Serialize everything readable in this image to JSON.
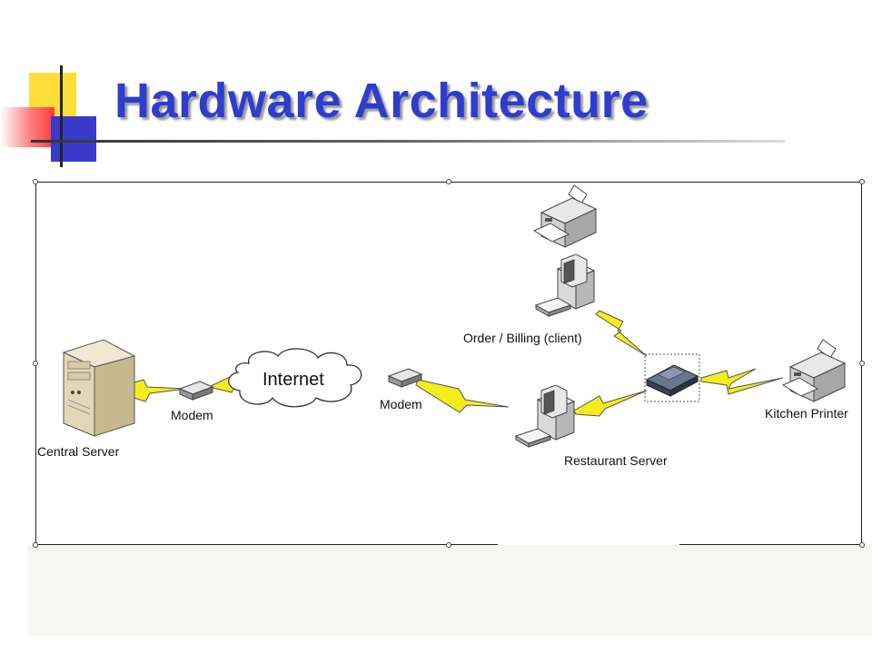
{
  "slide": {
    "title": "Hardware Architecture"
  },
  "diagram": {
    "nodes": {
      "central_server": "Central Server",
      "modem_left": "Modem",
      "internet": "Internet",
      "modem_right": "Modem",
      "restaurant_server": "Restaurant Server",
      "order_billing": "Order / Billing (client)",
      "kitchen_printer": "Kitchen Printer"
    },
    "link_color": "#f5ec1e",
    "title_color": "#2e3dcf"
  }
}
